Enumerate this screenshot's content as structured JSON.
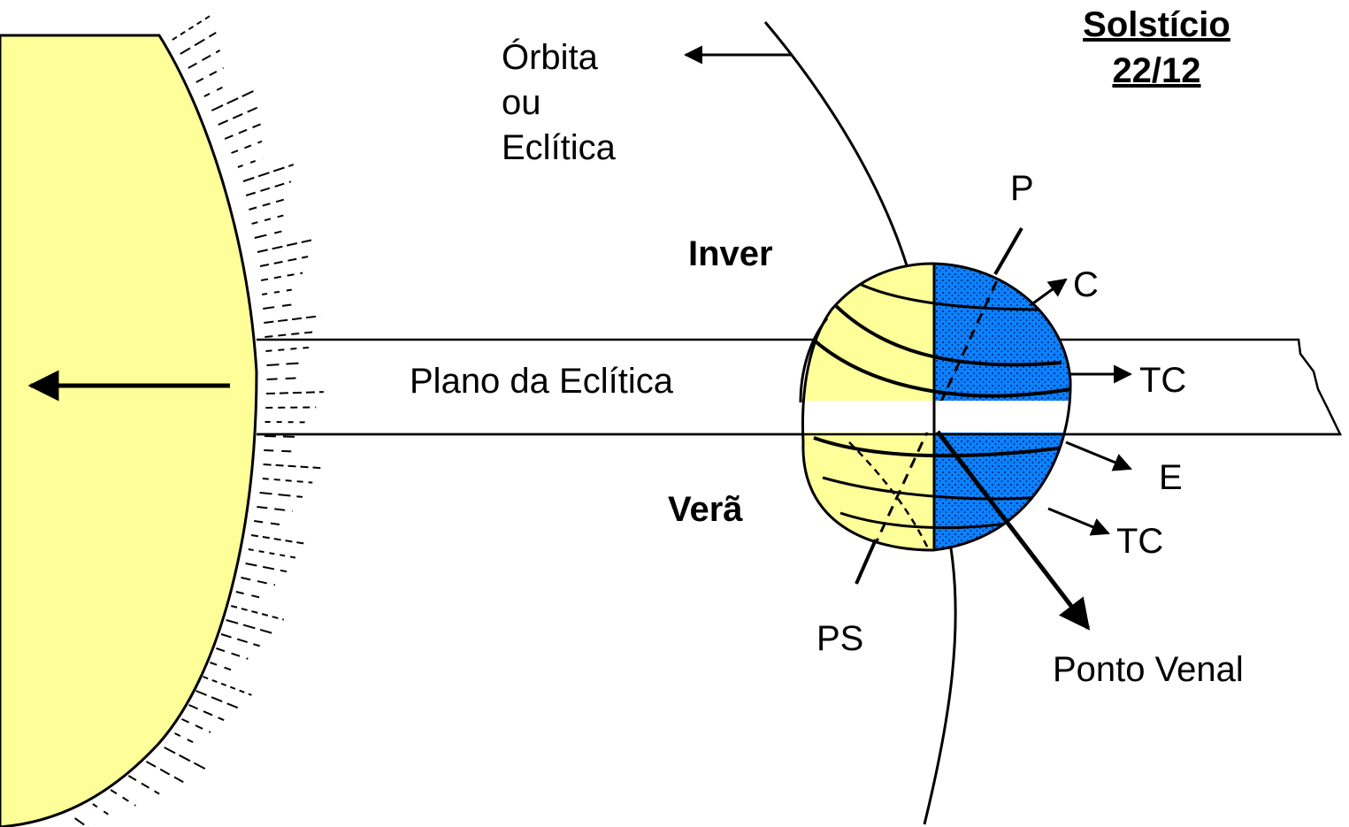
{
  "title": {
    "line1": "Solstício",
    "line2": "22/12"
  },
  "orbit_label": {
    "line1": "Órbita",
    "line2": "ou",
    "line3": "Eclítica"
  },
  "plane_label": "Plano da Eclítica",
  "hemisphere_labels": {
    "north": "Inver",
    "south": "Verã"
  },
  "earth_labels": {
    "north_pole": "P",
    "arctic_circle": "C",
    "tropic_north": "TC",
    "equator": "E",
    "tropic_south": "TC",
    "south_pole": "PS",
    "point": "Ponto Venal"
  },
  "colors": {
    "sun": "#FFFF99",
    "earth_day": "#FFFF99",
    "earth_night": "#0A82FF",
    "line": "#000000"
  }
}
